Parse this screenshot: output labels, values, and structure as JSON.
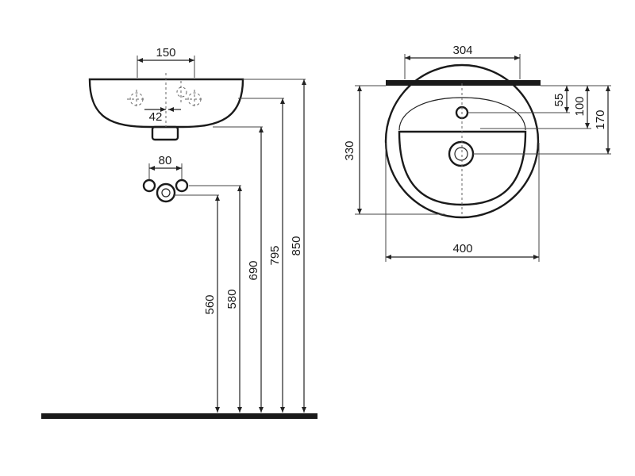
{
  "dimensions": {
    "front": {
      "tap_spacing": "150",
      "tap_offset": "42",
      "trap_spacing": "80",
      "height_560": "560",
      "height_580": "580",
      "height_690": "690",
      "height_795": "795",
      "height_850": "850"
    },
    "top": {
      "mount_width": "304",
      "basin_width": "400",
      "basin_depth": "330",
      "tap_hole_offset": "55",
      "overflow_offset": "100",
      "drain_offset": "170"
    }
  }
}
